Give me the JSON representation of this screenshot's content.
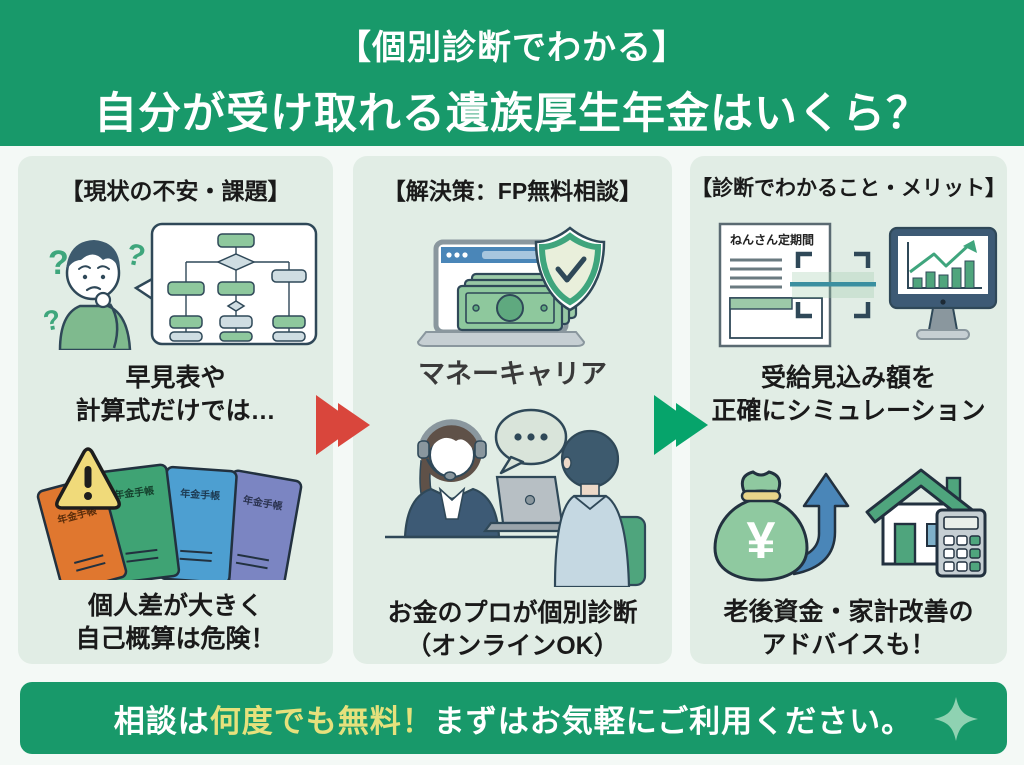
{
  "header": {
    "title_line1": "【個別診断でわかる】",
    "title_line2": "自分が受け取れる遺族厚生年金はいくら？"
  },
  "panels": [
    {
      "title": "【現状の不安・課題】",
      "qmark": "?",
      "caption1_line1": "早見表や",
      "caption1_line2": "計算式だけでは…",
      "warning_mark": "!",
      "booklets": [
        "年金手帳",
        "年金手帳",
        "年金手帳",
        "年金手帳"
      ],
      "caption2_line1": "個人差が大きく",
      "caption2_line2": "自己概算は危険！"
    },
    {
      "title": "【解決策：FP無料相談】",
      "brand": "マネーキャリア",
      "caption2_line1": "お金のプロが個別診断",
      "caption2_line2": "（オンラインOK）"
    },
    {
      "title": "【診断でわかること・メリット】",
      "document_title": "ねんさん定期間",
      "caption1_line1": "受給見込み額を",
      "caption1_line2": "正確にシミュレーション",
      "yen_symbol": "¥",
      "caption2_line1": "老後資金・家計改善の",
      "caption2_line2": "アドバイスも！"
    }
  ],
  "footer": {
    "text_part1": "相談は",
    "text_highlight": "何度でも無料！",
    "text_part2": "まずはお気軽にご利用ください。"
  },
  "colors": {
    "brand_green": "#18996a",
    "panel_bg": "#e1ede5",
    "arrow_red": "#d9463c",
    "arrow_green": "#06a46b",
    "highlight_yellow": "#e6e17c"
  }
}
